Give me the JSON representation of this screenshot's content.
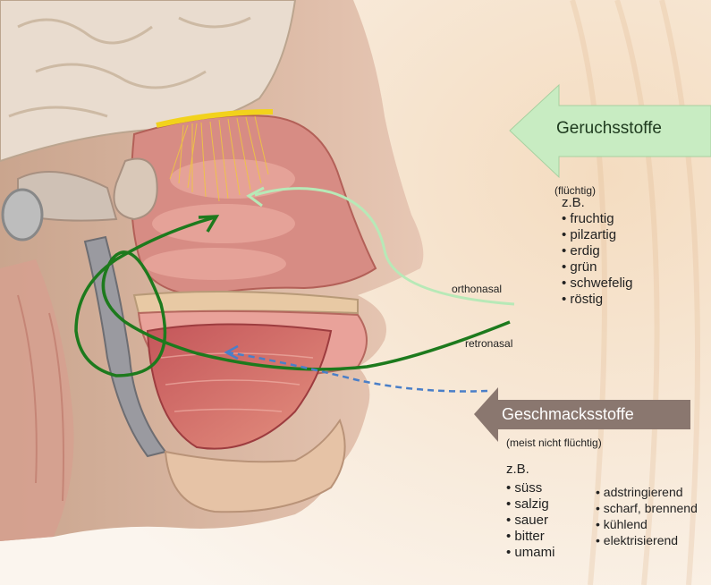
{
  "colors": {
    "smell_arrow": "#c8ecc2",
    "taste_arrow": "#8a776f",
    "ortho_path": "#b7e9b7",
    "retro_path": "#1d7a1d",
    "taste_path": "#4a7fc8",
    "olfactory": "#f2d21c"
  },
  "smell": {
    "arrow_label": "Geruchsstoffe",
    "qualifier": "(flüchtig)",
    "eg": "z.B.",
    "items": [
      "fruchtig",
      "pilzartig",
      "erdig",
      "grün",
      "schwefelig",
      "röstig"
    ]
  },
  "taste": {
    "arrow_label": "Geschmacksstoffe",
    "qualifier": "(meist nicht flüchtig)",
    "eg": "z.B.",
    "items_left": [
      "süss",
      "salzig",
      "sauer",
      "bitter",
      "umami"
    ],
    "items_right": [
      "adstringierend",
      "scharf, brennend",
      "kühlend",
      "elektrisierend"
    ]
  },
  "paths": {
    "orthonasal": "orthonasal",
    "retronasal": "retronasal"
  }
}
